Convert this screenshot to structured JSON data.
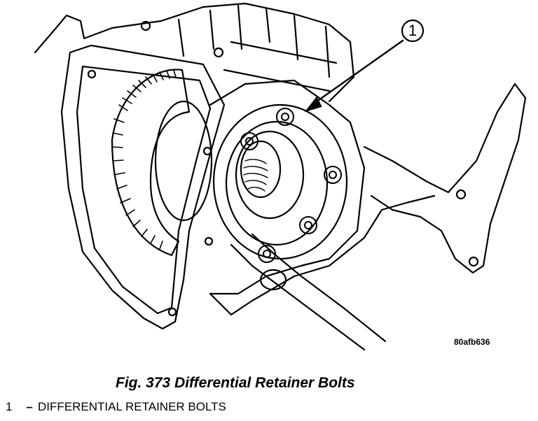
{
  "figure": {
    "callout_number": "1",
    "image_code": "80afb636",
    "caption": "Fig. 373 Differential Retainer Bolts"
  },
  "legend": [
    {
      "number": "1",
      "dash": "–",
      "label": "DIFFERENTIAL RETAINER BOLTS"
    }
  ]
}
